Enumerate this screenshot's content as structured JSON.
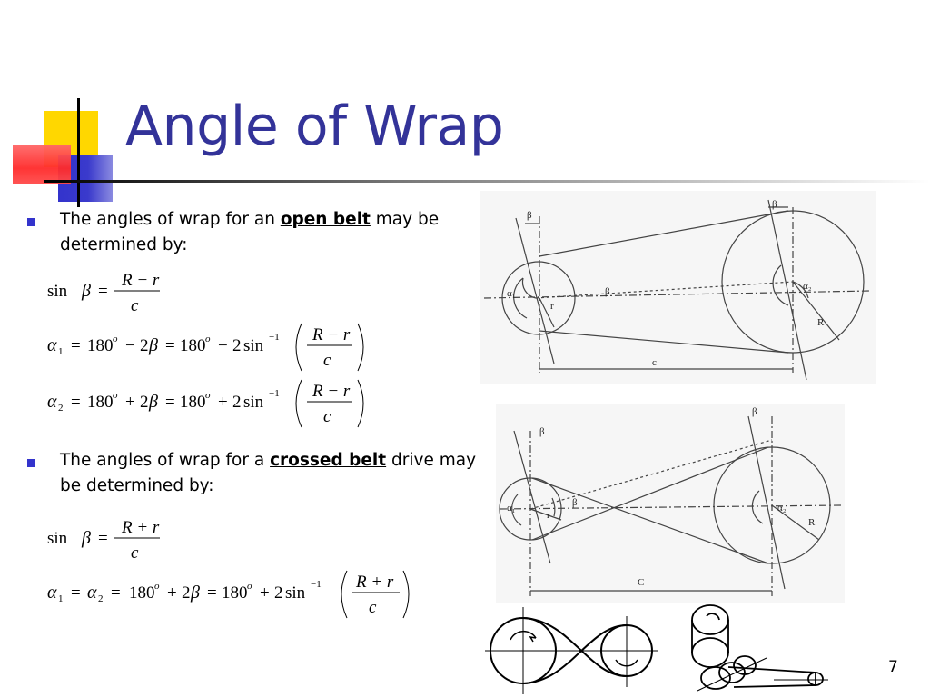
{
  "slide": {
    "title": "Angle of Wrap",
    "page_number": "7"
  },
  "bullets": [
    {
      "pre": "The angles of wrap for an ",
      "emph": "open belt",
      "post": " may be determined by:"
    },
    {
      "pre": "The angles of wrap for a ",
      "emph": "crossed belt",
      "post": " drive may be determined by:"
    }
  ],
  "equations": {
    "sin": "sin",
    "beta": "β",
    "alpha": "α",
    "equals": "=",
    "minus": "−",
    "plus": "+",
    "deg_180": "180",
    "deg_sup": "o",
    "two": "2",
    "sub1": "1",
    "sub2": "2",
    "inv": "−1",
    "open_num": "R − r",
    "crossed_num": "R + r",
    "den": "c"
  },
  "figures": {
    "open": {
      "beta_top_left": "β",
      "beta_top_right": "β",
      "alpha1": "α₁",
      "alpha2": "α₂",
      "beta_mid": "β",
      "r": "r",
      "R": "R",
      "c": "c"
    },
    "crossed": {
      "beta_top_left": "β",
      "beta_top_right": "β",
      "alpha1": "α₁",
      "alpha2": "α₂",
      "beta_mid": "β",
      "r": "r",
      "R": "R",
      "c": "C"
    }
  },
  "colors": {
    "title": "#333399",
    "bullet": "#3333cc",
    "accent_yellow": "#ffd700",
    "accent_red": "#ff3333"
  }
}
